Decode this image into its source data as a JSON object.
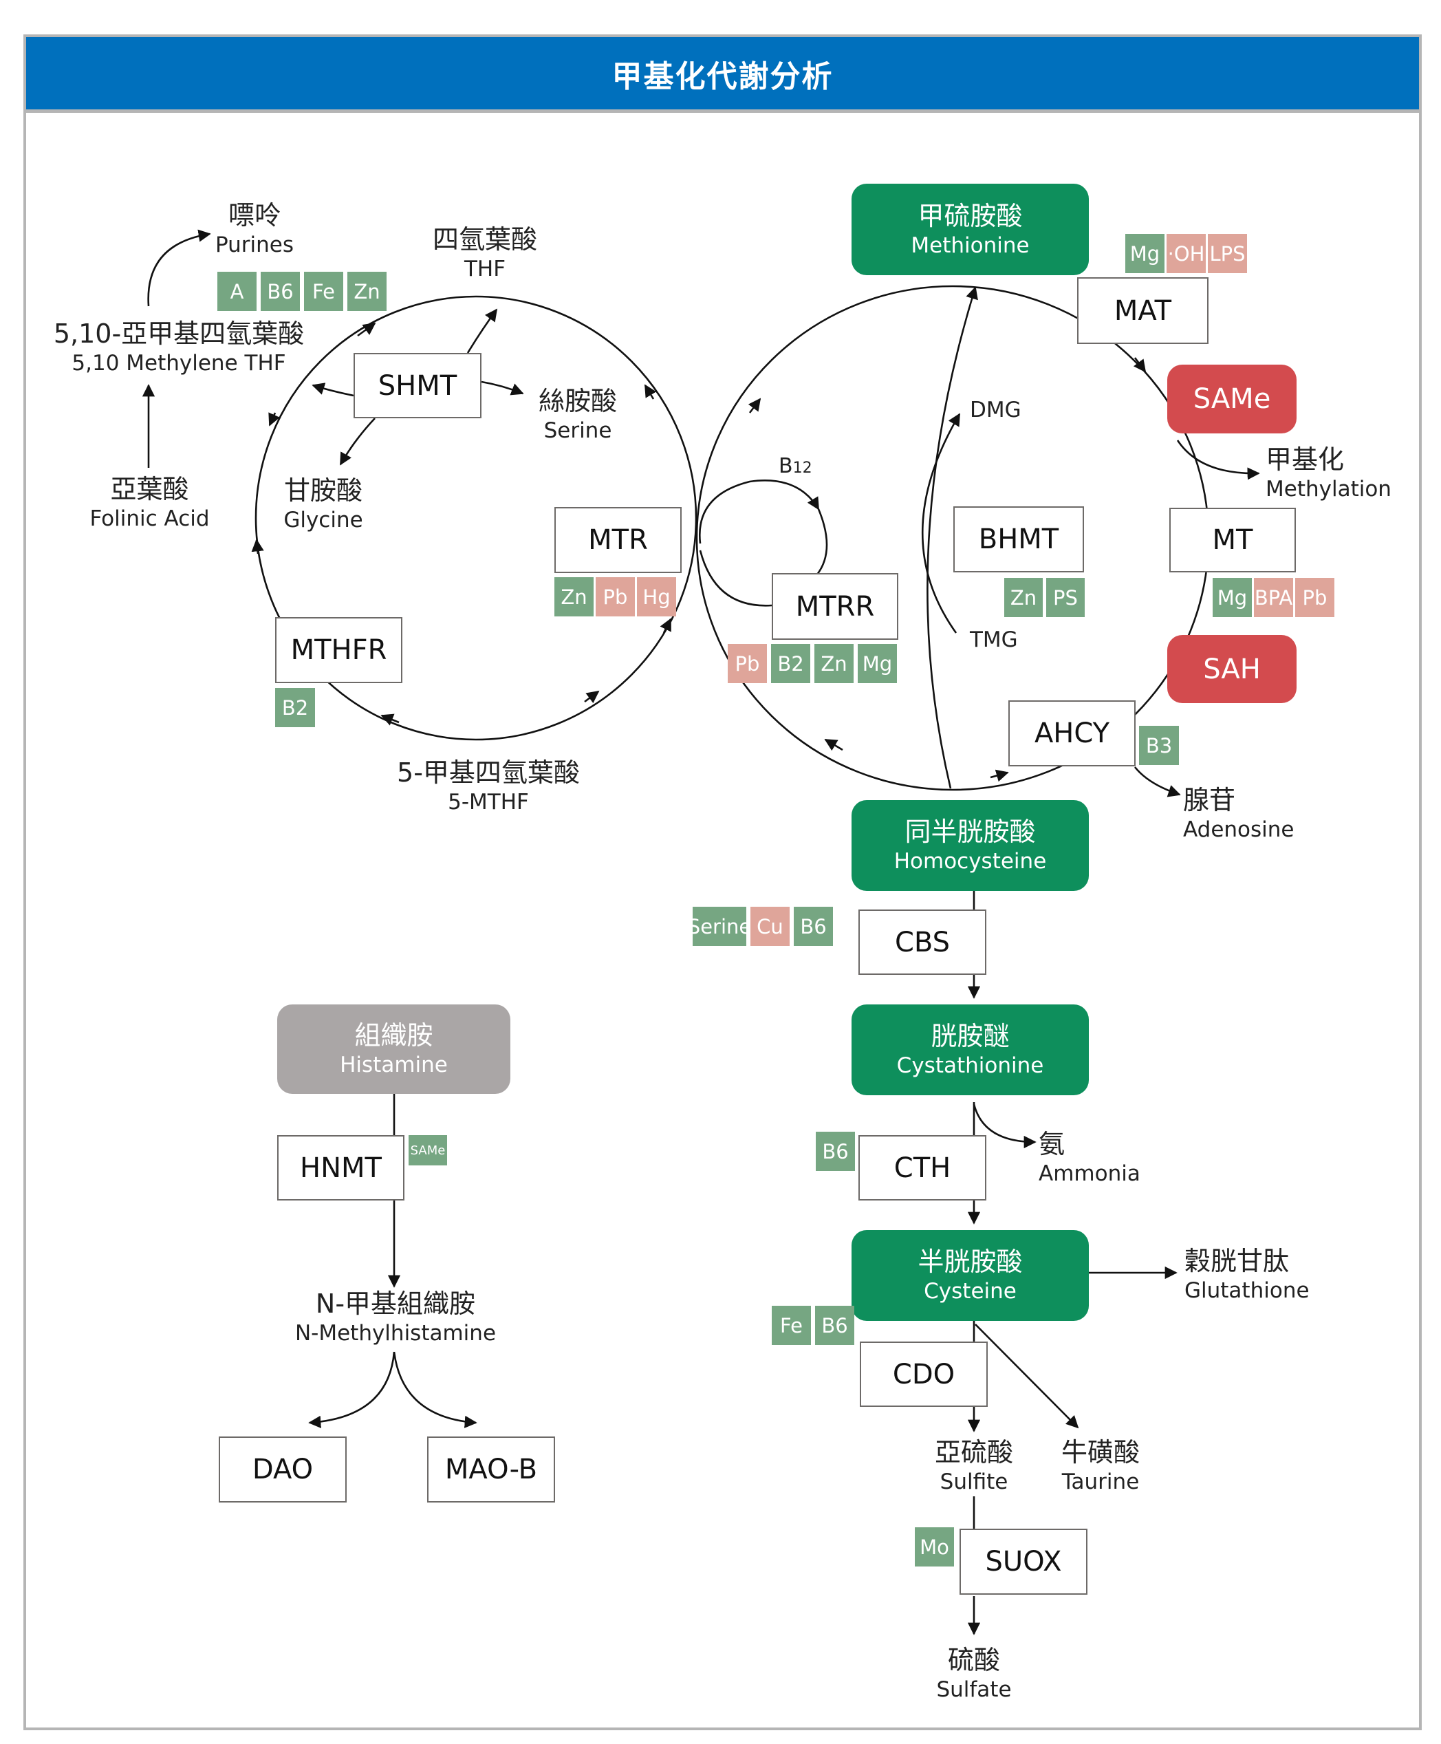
{
  "title": "甲基化代謝分析",
  "colors": {
    "header": "#0070bd",
    "metabolite_green": "#0e8f5c",
    "metabolite_red": "#d34b4e",
    "metabolite_gray": "#aaa6a6",
    "cofactor_support": "#76a682",
    "cofactor_inhibitor": "#dfa59a"
  },
  "folate_cycle": {
    "purines": {
      "zh": "嘌呤",
      "en": "Purines"
    },
    "purines_cofactors": [
      "A",
      "B6",
      "Fe",
      "Zn"
    ],
    "methylene_thf": {
      "zh": "5,10-亞甲基四氫葉酸",
      "en": "5,10 Methylene THF"
    },
    "folinic_acid": {
      "zh": "亞葉酸",
      "en": "Folinic Acid"
    },
    "thf": {
      "zh": "四氫葉酸",
      "en": "THF"
    },
    "serine": {
      "zh": "絲胺酸",
      "en": "Serine"
    },
    "glycine": {
      "zh": "甘胺酸",
      "en": "Glycine"
    },
    "mthf": {
      "zh": "5-甲基四氫葉酸",
      "en": "5-MTHF"
    },
    "enzymes": {
      "shmt": {
        "name": "SHMT"
      },
      "mtr": {
        "name": "MTR",
        "cofactors": [
          {
            "label": "Zn",
            "type": "support"
          },
          {
            "label": "Pb",
            "type": "inhibitor"
          },
          {
            "label": "Hg",
            "type": "inhibitor"
          }
        ]
      },
      "mthfr": {
        "name": "MTHFR",
        "cofactors": [
          {
            "label": "B2",
            "type": "support"
          }
        ]
      }
    }
  },
  "methionine_cycle": {
    "methionine": {
      "zh": "甲硫胺酸",
      "en": "Methionine"
    },
    "same": {
      "en": "SAMe"
    },
    "sah": {
      "en": "SAH"
    },
    "methylation": {
      "zh": "甲基化",
      "en": "Methylation"
    },
    "adenosine": {
      "zh": "腺苷",
      "en": "Adenosine"
    },
    "dmg": "DMG",
    "tmg": "TMG",
    "b12": {
      "main": "B",
      "sub": "12"
    },
    "enzymes": {
      "mat": {
        "name": "MAT",
        "cofactors": [
          {
            "label": "Mg",
            "type": "support"
          },
          {
            "label": "·OH",
            "type": "inhibitor"
          },
          {
            "label": "LPS",
            "type": "inhibitor"
          }
        ]
      },
      "mt": {
        "name": "MT",
        "cofactors": [
          {
            "label": "Mg",
            "type": "support"
          },
          {
            "label": "BPA",
            "type": "inhibitor"
          },
          {
            "label": "Pb",
            "type": "inhibitor"
          }
        ]
      },
      "bhmt": {
        "name": "BHMT",
        "cofactors": [
          {
            "label": "Zn",
            "type": "support"
          },
          {
            "label": "PS",
            "type": "support"
          }
        ]
      },
      "mtrr": {
        "name": "MTRR",
        "cofactors": [
          {
            "label": "Pb",
            "type": "inhibitor"
          },
          {
            "label": "B2",
            "type": "support"
          },
          {
            "label": "Zn",
            "type": "support"
          },
          {
            "label": "Mg",
            "type": "support"
          }
        ]
      },
      "ahcy": {
        "name": "AHCY",
        "cofactors": [
          {
            "label": "B3",
            "type": "support"
          }
        ]
      }
    }
  },
  "transsulfuration": {
    "homocysteine": {
      "zh": "同半胱胺酸",
      "en": "Homocysteine"
    },
    "cystathionine": {
      "zh": "胱胺醚",
      "en": "Cystathionine"
    },
    "ammonia": {
      "zh": "氨",
      "en": "Ammonia"
    },
    "cysteine": {
      "zh": "半胱胺酸",
      "en": "Cysteine"
    },
    "glutathione": {
      "zh": "穀胱甘肽",
      "en": "Glutathione"
    },
    "sulfite": {
      "zh": "亞硫酸",
      "en": "Sulfite"
    },
    "taurine": {
      "zh": "牛磺酸",
      "en": "Taurine"
    },
    "sulfate": {
      "zh": "硫酸",
      "en": "Sulfate"
    },
    "enzymes": {
      "cbs": {
        "name": "CBS",
        "cofactors": [
          {
            "label": "Serine",
            "type": "support"
          },
          {
            "label": "Cu",
            "type": "inhibitor"
          },
          {
            "label": "B6",
            "type": "support"
          }
        ]
      },
      "cth": {
        "name": "CTH",
        "cofactors": [
          {
            "label": "B6",
            "type": "support"
          }
        ]
      },
      "cdo": {
        "name": "CDO",
        "cofactors": [
          {
            "label": "Fe",
            "type": "support"
          },
          {
            "label": "B6",
            "type": "support"
          }
        ]
      },
      "suox": {
        "name": "SUOX",
        "cofactors": [
          {
            "label": "Mo",
            "type": "support"
          }
        ]
      }
    }
  },
  "histamine": {
    "histamine": {
      "zh": "組織胺",
      "en": "Histamine"
    },
    "n_methylhistamine": {
      "zh": "N-甲基組織胺",
      "en": "N-Methylhistamine"
    },
    "enzymes": {
      "hnmt": {
        "name": "HNMT",
        "cofactors": [
          {
            "label": "SAMe",
            "type": "support"
          }
        ]
      },
      "dao": {
        "name": "DAO"
      },
      "maob": {
        "name": "MAO-B"
      }
    }
  }
}
